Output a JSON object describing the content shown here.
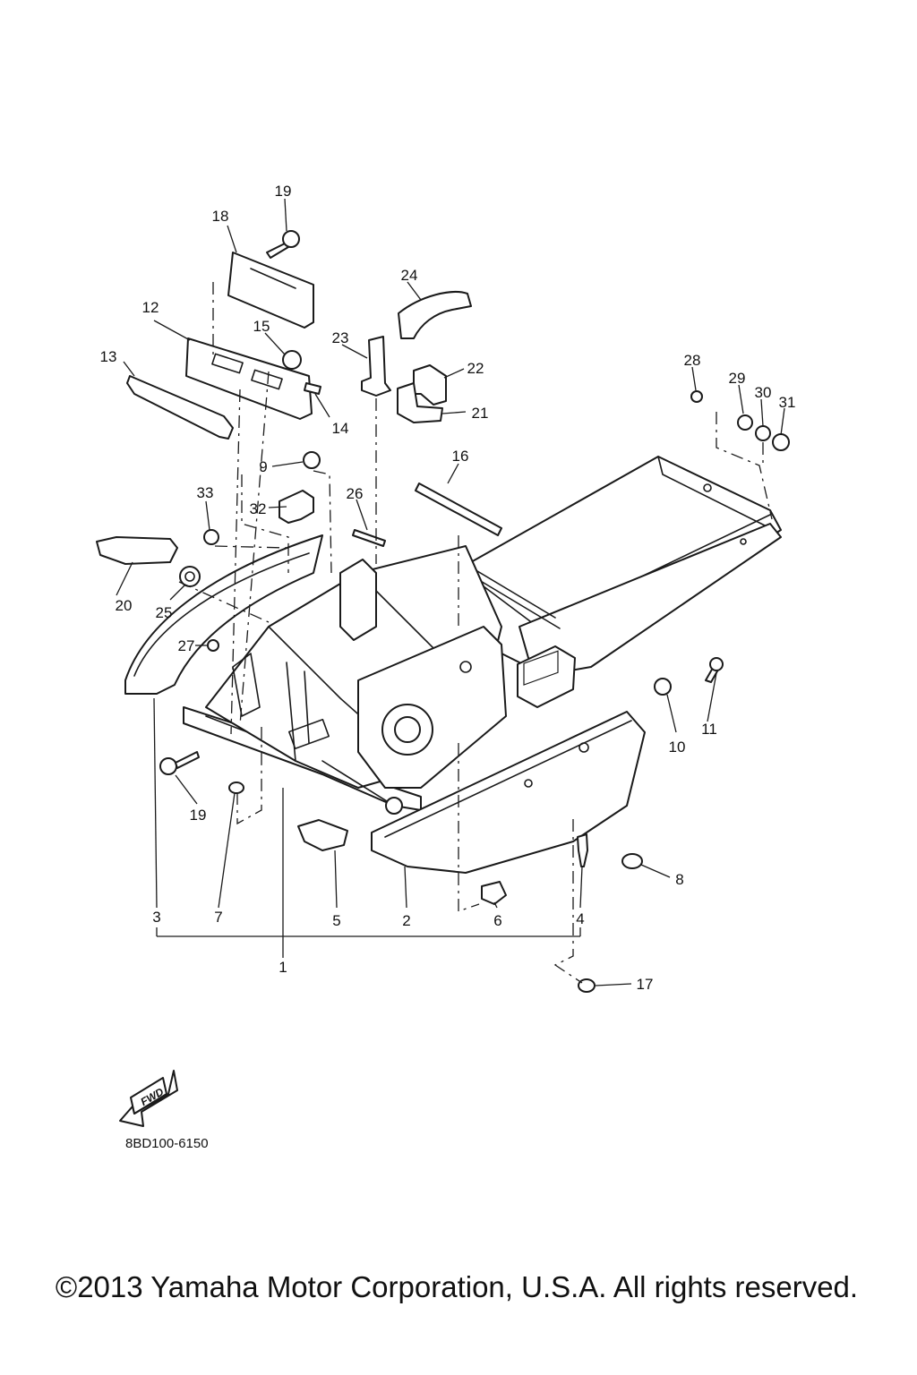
{
  "diagram": {
    "callouts": [
      "1",
      "2",
      "3",
      "4",
      "5",
      "6",
      "7",
      "8",
      "9",
      "10",
      "11",
      "12",
      "13",
      "14",
      "15",
      "16",
      "17",
      "18",
      "19",
      "19",
      "20",
      "21",
      "22",
      "23",
      "24",
      "25",
      "26",
      "27",
      "28",
      "29",
      "30",
      "31",
      "32",
      "33"
    ],
    "fwd_label": "FWD",
    "part_code": "8BD100-6150",
    "copyright": "©2013 Yamaha Motor Corporation, U.S.A. All rights reserved."
  }
}
